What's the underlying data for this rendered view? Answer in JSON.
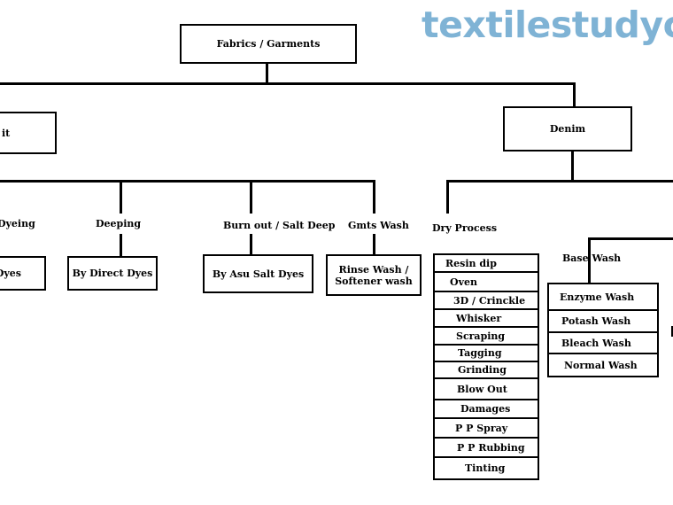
{
  "watermark": "textilestudyce",
  "root": "Fabrics / Garments",
  "left_branch": "it",
  "denim": "Denim",
  "left_methods": [
    {
      "label": "Dyeing",
      "box": "Dyes"
    },
    {
      "label": "Deeping",
      "box": "By Direct Dyes"
    },
    {
      "label": "Burn out / Salt Deep",
      "box": "By Asu Salt Dyes"
    },
    {
      "label": "Gmts Wash",
      "box_lines": [
        "Rinse Wash /",
        "Softener wash"
      ]
    }
  ],
  "dry_process": {
    "label": "Dry Process",
    "items": [
      "Resin dip",
      "Oven",
      "3D / Crinckle",
      "Whisker",
      "Scraping",
      "Tagging",
      "Grinding",
      "Blow Out",
      "Damages",
      "P P Spray",
      "P P Rubbing",
      "Tinting"
    ]
  },
  "base_wash": {
    "label": "Base Wash",
    "items": [
      "Enzyme Wash",
      "Potash Wash",
      "Bleach Wash",
      "Normal Wash"
    ]
  }
}
